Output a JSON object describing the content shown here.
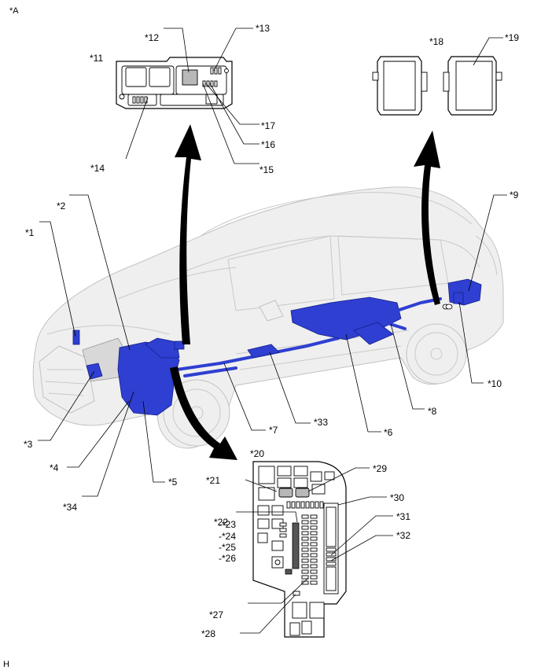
{
  "figure_tag": "*A",
  "footer_code": "H",
  "callouts": {
    "c1": "*1",
    "c2": "*2",
    "c3": "*3",
    "c4": "*4",
    "c5": "*5",
    "c6": "*6",
    "c7": "*7",
    "c8": "*8",
    "c9": "*9",
    "c10": "*10",
    "c11": "*11",
    "c12": "*12",
    "c13": "*13",
    "c14": "*14",
    "c15": "*15",
    "c16": "*16",
    "c17": "*17",
    "c18": "*18",
    "c19": "*19",
    "c20": "*20",
    "c21": "*21",
    "c22": "*22",
    "c23": "-*23",
    "c24": "-*24",
    "c25": "-*25",
    "c26": "-*26",
    "c27": "*27",
    "c28": "*28",
    "c29": "*29",
    "c30": "*30",
    "c31": "*31",
    "c32": "*32",
    "c33": "*33",
    "c34": "*34"
  },
  "colors": {
    "component_blue": "#2e3fd1",
    "vehicle_grey": "#efefef",
    "arrow_black": "#000000"
  }
}
